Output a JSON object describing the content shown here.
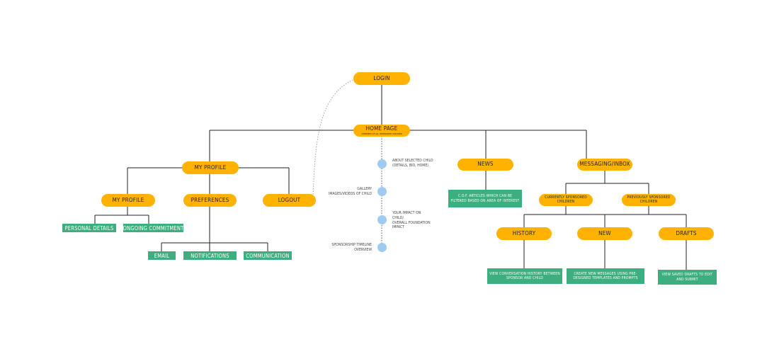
{
  "nodes": {
    "login": "LOGIN",
    "home_page": "HOME PAGE",
    "home_page_sub": "OVERVIEW OF ALL SPONSORED CHILDREN",
    "my_profile_main": "MY PROFILE",
    "my_profile": "MY PROFILE",
    "preferences": "PREFERENCES",
    "logout": "LOGOUT",
    "news": "NEWS",
    "messaging_inbox": "MESSAGING/INBOX",
    "currently_sponsored": "CURRENTLY SPONSORED\nCHILDREN",
    "previously_sponsored": "PREVIOUSLY SPONSORED\nCHILDREN",
    "history": "HISTORY",
    "new": "NEW",
    "drafts": "DRAFTS"
  },
  "boxes": {
    "personal_details": "PERSONAL DETAILS",
    "ongoing_commitment": "ONGOING COMMITMENT",
    "email": "EMAIL",
    "notifications": "NOTIFICATIONS",
    "communication": "COMMUNICATION",
    "cof_articles": "C.O.F. ARTICLES WHICH CAN BE FILTERED BASED ON AREA OF INTEREST",
    "view_history": "VIEW CONVERSATION HISTORY BETWEEN SPONSOR AND CHILD",
    "create_messages": "CREATE NEW MESSAGES USING PRE-DESIGNED TEMPLATES AND PROMPTS",
    "view_drafts": "VIEW SAVED DRAFTS TO EDIT AND SUBMIT"
  },
  "timeline": {
    "about_child": "ABOUT SELECTED CHILD\n(DETAILS, BIO, HOME)",
    "gallery": "GALLERY\nIMAGES/VIDEOS OF CHILD",
    "impact": "YOUR IMPACT ON\nCHILD/\nOVERALL FOUNDATION\nIMPACT",
    "sponsorship_timeline": "SPONSORSHIP TIMELINE\nOVERVIEW"
  },
  "colors": {
    "node": "#FFB300",
    "box": "#3DAE7F",
    "dot": "#9ECBEF",
    "line": "#222222",
    "dotted": "#8a8a8a"
  }
}
